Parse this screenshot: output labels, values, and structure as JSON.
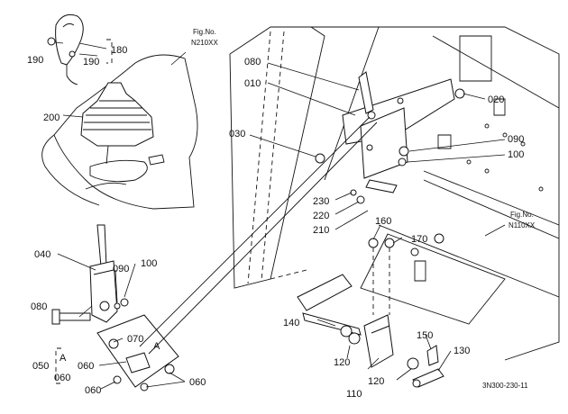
{
  "refs": {
    "fig_n210": {
      "line1": "Fig.No.",
      "line2": "N210XX"
    },
    "fig_n110": {
      "line1": "Fig.No.",
      "line2": "N110XX"
    }
  },
  "callouts": {
    "c180": "180",
    "c190a": "190",
    "c190b": "190",
    "c200": "200",
    "c080a": "080",
    "c010": "010",
    "c030": "030",
    "c020": "020",
    "c090a": "090",
    "c100a": "100",
    "c230": "230",
    "c220": "220",
    "c210": "210",
    "c160": "160",
    "c170": "170",
    "c040": "040",
    "c090b": "090",
    "c100b": "100",
    "c080b": "080",
    "c070": "070",
    "c060a": "060",
    "c060b": "060",
    "c060c": "060",
    "c060d": "060",
    "c050": "050",
    "c140": "140",
    "c120a": "120",
    "c120b": "120",
    "c110": "110",
    "c150": "150",
    "c130": "130"
  },
  "markers": {
    "a_group": "A",
    "a_lever": "A"
  },
  "drawing_code": "3N300-230-11"
}
